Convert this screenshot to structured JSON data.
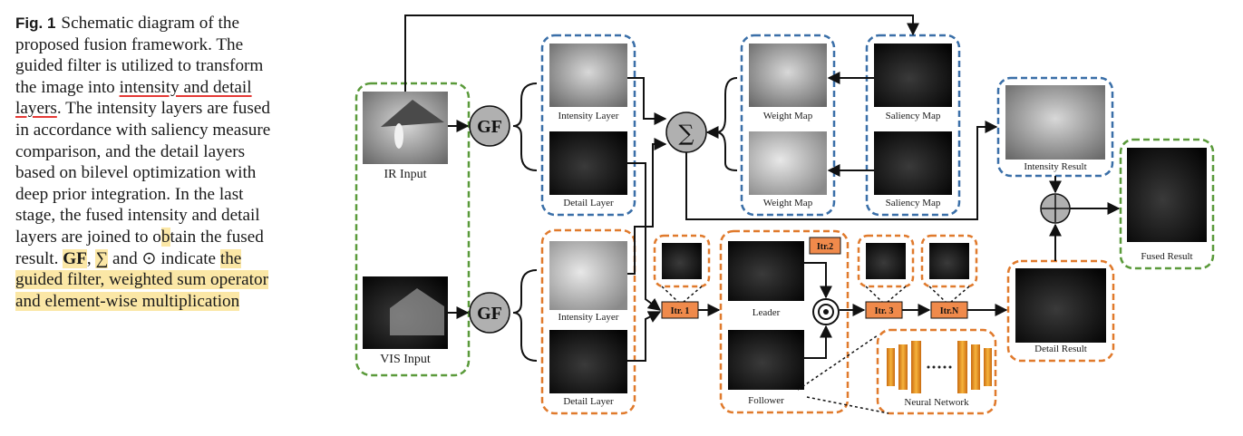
{
  "caption": {
    "fig_label": "Fig. 1",
    "t1": "Schematic diagram of the proposed fusion framework. The guided filter is utilized to transform the image into ",
    "t2": "intensity and detail layers",
    "t3": ". The intensity layers are fused in accordance with saliency measure comparison, and the detail layers based on bilevel optimization with deep prior integration. In the last stage, the fused intensity and detail layers are joined to o",
    "t4": "b",
    "t5": "tain the fused result. ",
    "t6": "GF",
    "t7": ", ",
    "t8": "∑",
    "t9": " and ⊙ indicate ",
    "t10": "the guided filter, weighted sum operator and element-wise multiplication"
  },
  "diagram": {
    "ir_input": "IR Input",
    "vis_input": "VIS Input",
    "gf": "GF",
    "intensity_layer": "Intensity Layer",
    "detail_layer": "Detail Layer",
    "sum": "∑",
    "weight_map": "Weight Map",
    "saliency_map": "Saliency Map",
    "intensity_result": "Intensity Result",
    "plus": "⊕",
    "fused_result": "Fused Result",
    "itr1": "Itr. 1",
    "itr2": "Itr.2",
    "itr3": "Itr. 3",
    "itrN": "Itr.N",
    "leader": "Leader",
    "follower": "Follower",
    "neural_network": "Neural Network",
    "detail_result": "Detail Result"
  },
  "colors": {
    "green": "#5a9a3a",
    "blue": "#3a6fa8",
    "orange": "#e07a2c",
    "itr_fill": "#f08a4b",
    "gray_node": "#b0b0b0"
  }
}
